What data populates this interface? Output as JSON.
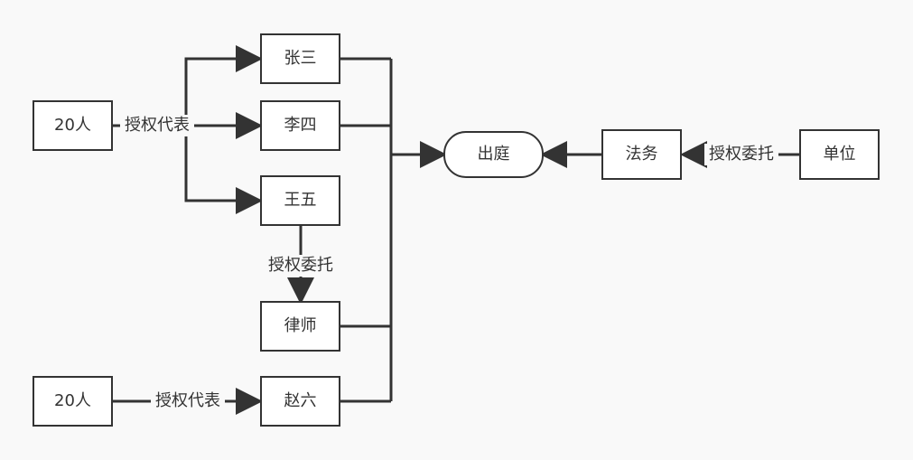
{
  "nodes": {
    "group_a": "20人",
    "group_b": "20人",
    "zhang_san": "张三",
    "li_si": "李四",
    "wang_wu": "王五",
    "lawyer": "律师",
    "zhao_liu": "赵六",
    "court": "出庭",
    "legal": "法务",
    "unit": "单位"
  },
  "edge_labels": {
    "group_a_rep": "授权代表",
    "group_b_rep": "授权代表",
    "wang_wu_to_lawyer": "授权委托",
    "unit_to_legal": "授权委托"
  },
  "colors": {
    "background": "#f9f9f9",
    "node_fill": "#ffffff",
    "stroke": "#333333",
    "text": "#333333"
  }
}
